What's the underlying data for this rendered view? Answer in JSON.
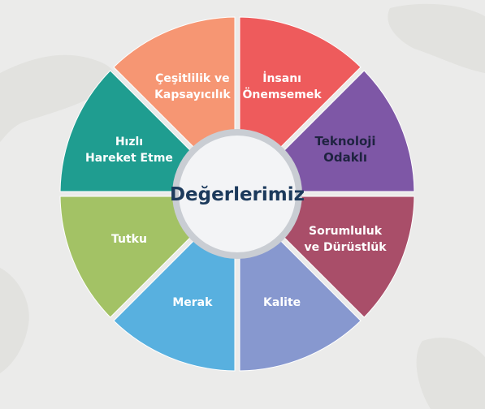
{
  "diagram": {
    "center_title": "Değerlerimiz",
    "segments": [
      {
        "lines": [
          "İnsanı",
          "Önemsemek"
        ],
        "color": "#ee5b5c"
      },
      {
        "lines": [
          "Teknoloji",
          "Odaklı"
        ],
        "color": "#7e57a6",
        "dark": true
      },
      {
        "lines": [
          "Sorumluluk",
          "ve Dürüstlük"
        ],
        "color": "#a94e69"
      },
      {
        "lines": [
          "Kalite"
        ],
        "color": "#8798cf"
      },
      {
        "lines": [
          "Merak"
        ],
        "color": "#58b0df"
      },
      {
        "lines": [
          "Tutku"
        ],
        "color": "#a3c265"
      },
      {
        "lines": [
          "Hızlı",
          "Hareket Etme"
        ],
        "color": "#1f9d90"
      },
      {
        "lines": [
          "Çeşitlilik ve",
          "Kapsayıcılık"
        ],
        "color": "#f69673"
      }
    ],
    "colors": {
      "background": "#ebebea",
      "center_fill": "#f3f4f6",
      "center_ring": "#c9cdd3"
    }
  }
}
